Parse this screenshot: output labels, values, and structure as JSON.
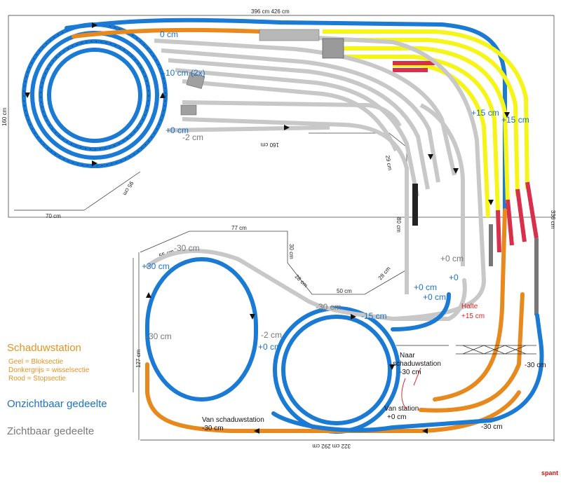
{
  "legend": {
    "title": "Schaduwstation",
    "items": [
      {
        "label": "Geel = Bloksectie",
        "color": "#f5f51a"
      },
      {
        "label": "Donkergrijs = wisselsectie",
        "color": "#777777"
      },
      {
        "label": "Rood = Stopsectie",
        "color": "#d8304a"
      }
    ],
    "invisible": "Onzichtbaar gedeelte",
    "visible": "Zichtbaar gedeelte"
  },
  "colors": {
    "invisible_track": "#1a7ad4",
    "visible_track": "#c8c8c8",
    "orange_track": "#e8891e",
    "yellow_track": "#f5f51a",
    "red_track": "#d8304a",
    "grey_section": "#777777"
  },
  "dimensions": {
    "top": "396 cm  426 cm",
    "left": "160 cm",
    "right": "336 cm",
    "bottom": "322 cm  292 cm",
    "d160": "160 cm",
    "d70": "70 cm",
    "d95": "95 cm",
    "d77": "77 cm",
    "d30": "30 cm",
    "d55": "55 cm",
    "d28a": "28 cm",
    "d28b": "28 cm",
    "d29": "29 cm",
    "d80": "80 cm",
    "d50": "50 cm",
    "d127": "127 cm"
  },
  "heights": {
    "h_0cm_top": "0 cm",
    "h_10cm": "-10 cm (2x)",
    "h_0_left": "+0 cm",
    "h_2_left": "-2 cm",
    "h_0_left2": "+0",
    "h_30_left": "-30 cm",
    "h_15_right": "+15 cm",
    "h_15_right2": "+15 cm",
    "h_30_mid": "+30 cm",
    "h_30_mid2": "-30 cm",
    "h_30_oval": "-30 cm",
    "h_30_center": "-30 cm",
    "h_15_center": "-15 cm",
    "h_2_center": "-2 cm",
    "h_0_center": "+0 cm",
    "h_0_vis1": "+0 cm",
    "h_0_vis2": "+0 cm",
    "h_0_vis3": "+0 cm",
    "h_0_vis4": "+0",
    "halte": "Halte",
    "halte_h": "+15 cm",
    "h_30_right": "-30 cm",
    "h_30_right2": "-30 cm",
    "naar_1": "Naar",
    "naar_2": "schaduwstation",
    "naar_3": "-30 cm",
    "van_station_1": "Van station",
    "van_station_2": "+0 cm",
    "van_schaduw_1": "Van schaduwstation",
    "van_schaduw_2": "-30 cm"
  },
  "signature": "spant"
}
